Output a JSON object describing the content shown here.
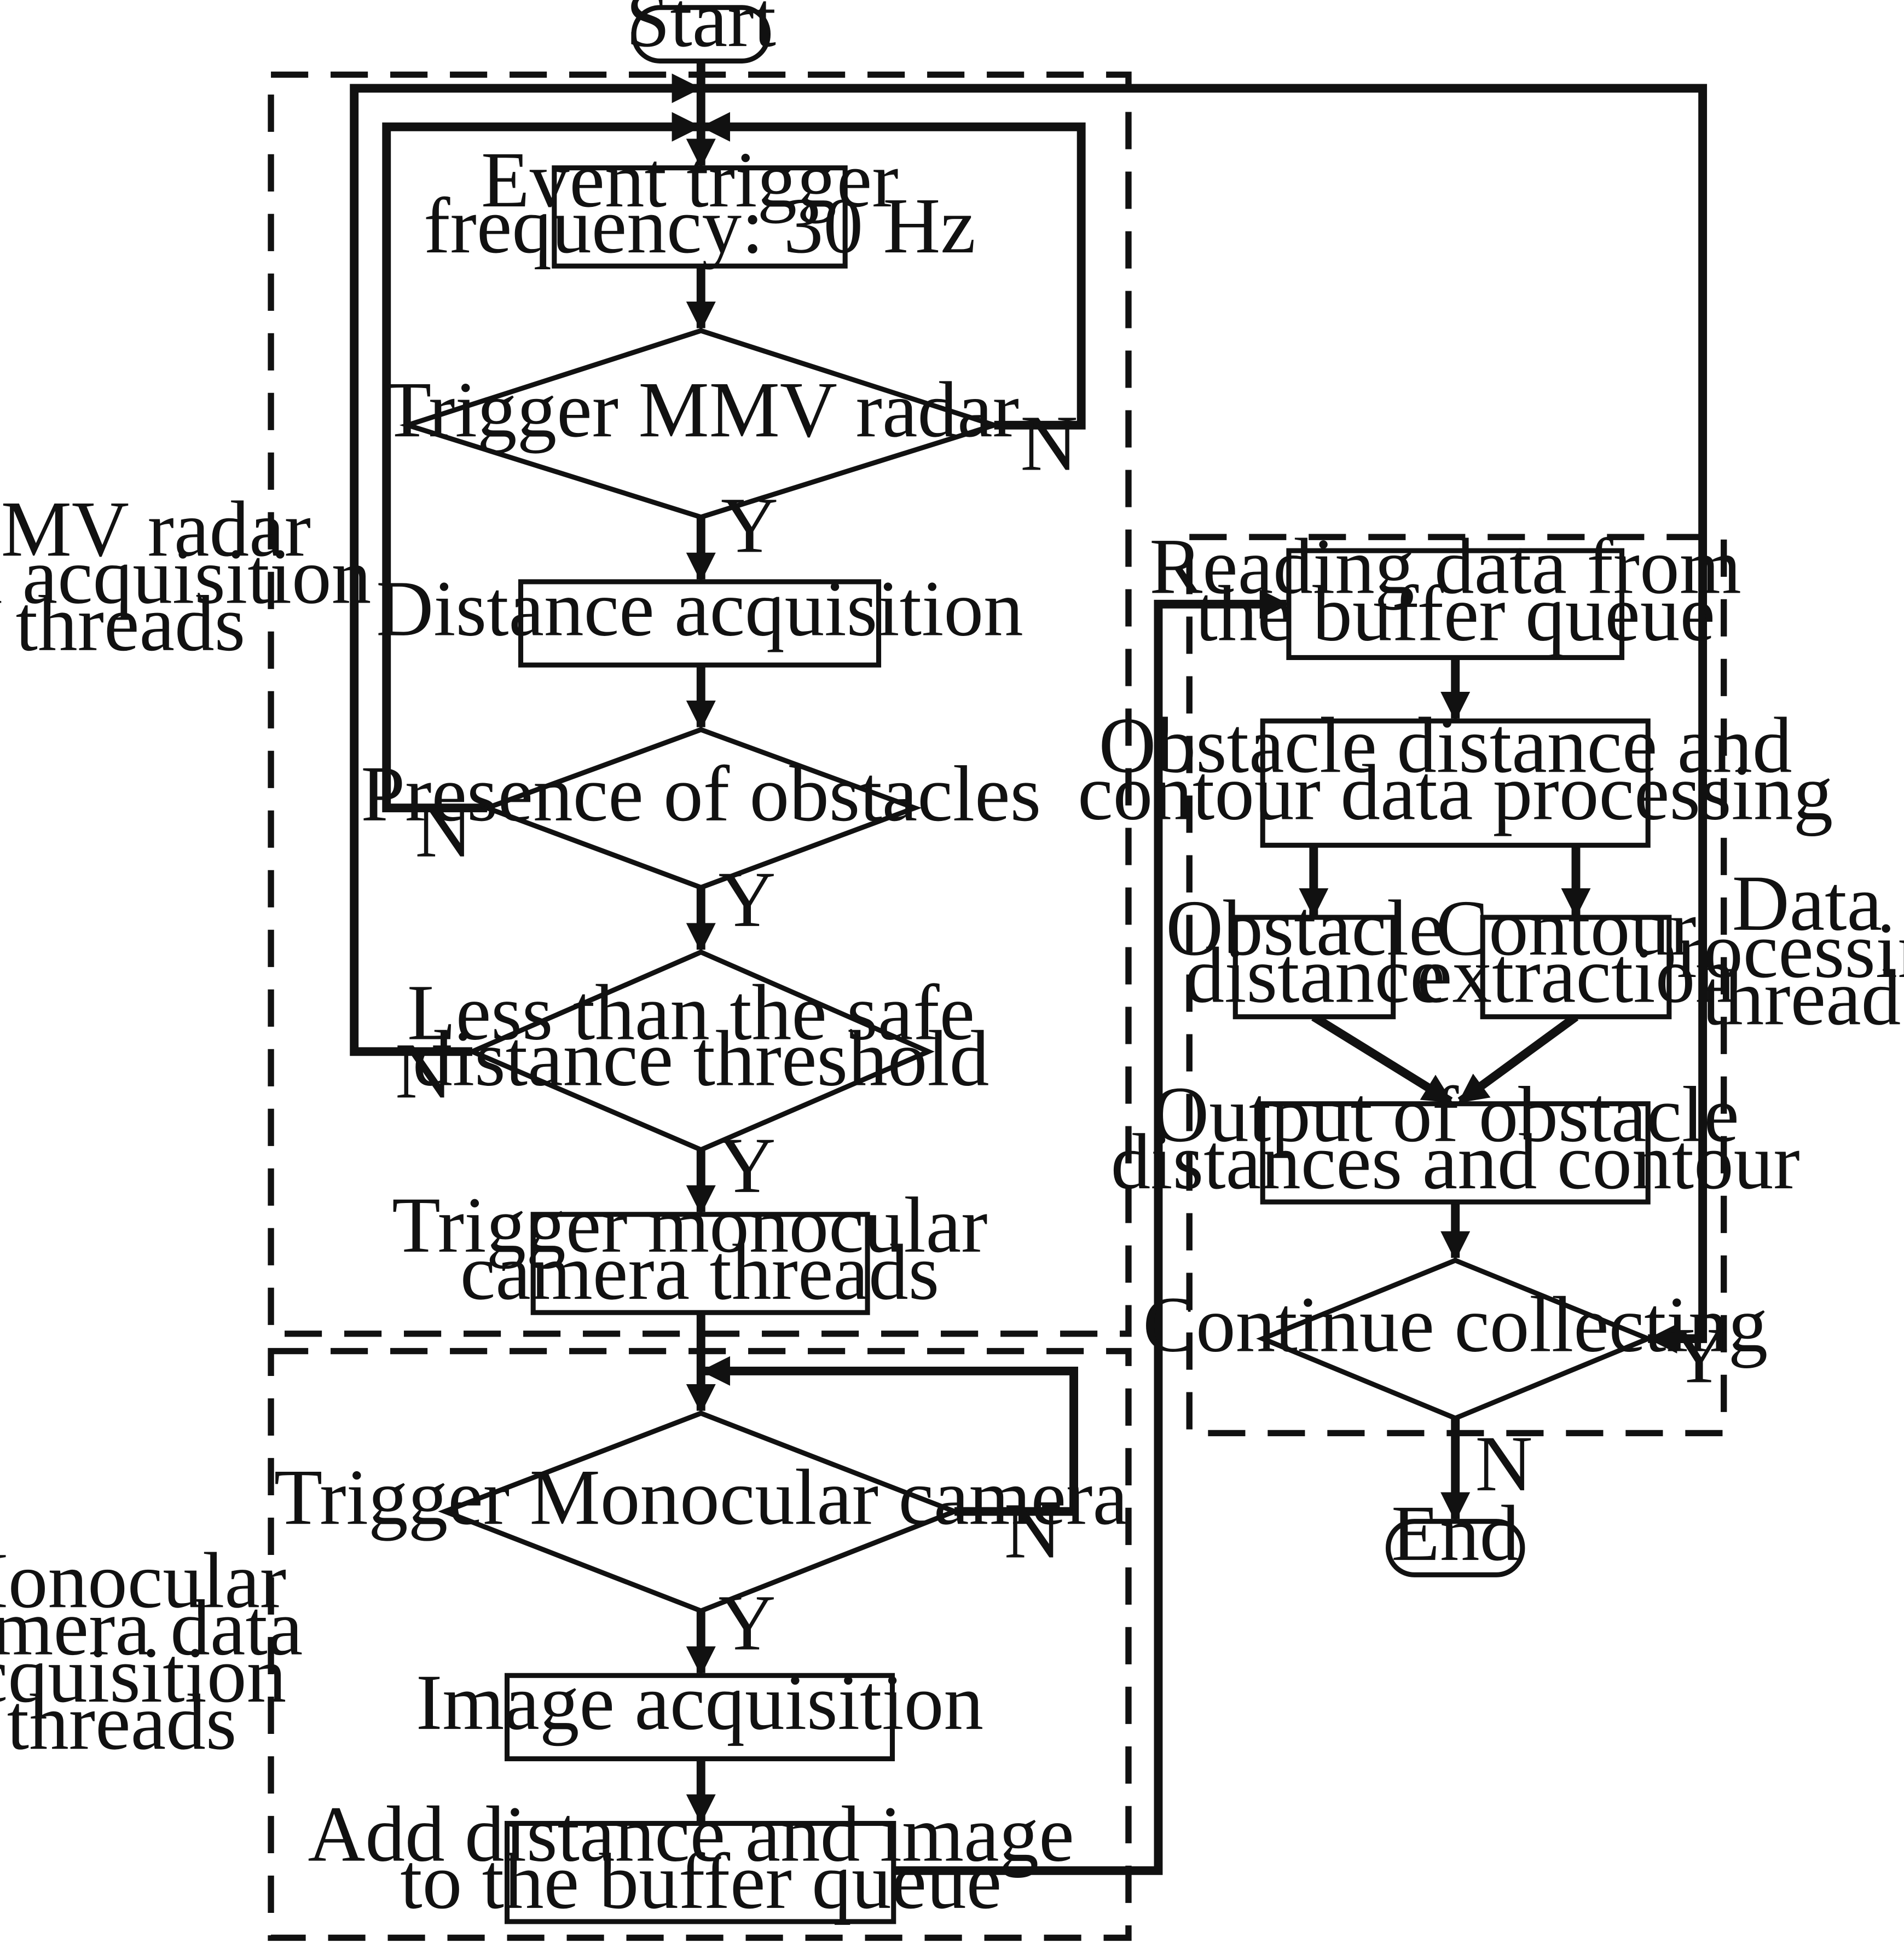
{
  "diagram": {
    "regions": {
      "radar": [
        "MMV radar",
        "data acquisition",
        "threads"
      ],
      "camera": [
        "Monocular",
        "camera data",
        "acquisition",
        "threads"
      ],
      "processing": [
        "Data",
        "processing",
        "threads"
      ]
    },
    "nodes": {
      "start": "Start",
      "event_trigger": [
        "Event trigger",
        "frequency: 30 Hz"
      ],
      "trigger_radar": "Trigger MMV radar",
      "distance_acq": "Distance acquisition",
      "presence": "Presence of obstacles",
      "less_safe": [
        "Less than the safe",
        "distance threshold"
      ],
      "trigger_mono_threads": [
        "Trigger monocular",
        "camera threads"
      ],
      "trigger_mono_camera": "Trigger Monocular camera",
      "image_acq": "Image acquisition",
      "add_buffer": [
        "Add distance and image",
        "to the buffer queue"
      ],
      "read_buffer": [
        "Reading data from",
        "the buffer queue"
      ],
      "obstacle_processing": [
        "Obstacle distance and",
        "contour data processing"
      ],
      "obstacle_distance": [
        "Obstacle",
        "distance"
      ],
      "contour_extraction": [
        "Contour",
        "extraction"
      ],
      "output": [
        "Output of obstacle",
        "distances and contour"
      ],
      "continue": "Continue collecting",
      "end": "End"
    },
    "branch_labels": {
      "yes": "Y",
      "no": "N"
    }
  }
}
